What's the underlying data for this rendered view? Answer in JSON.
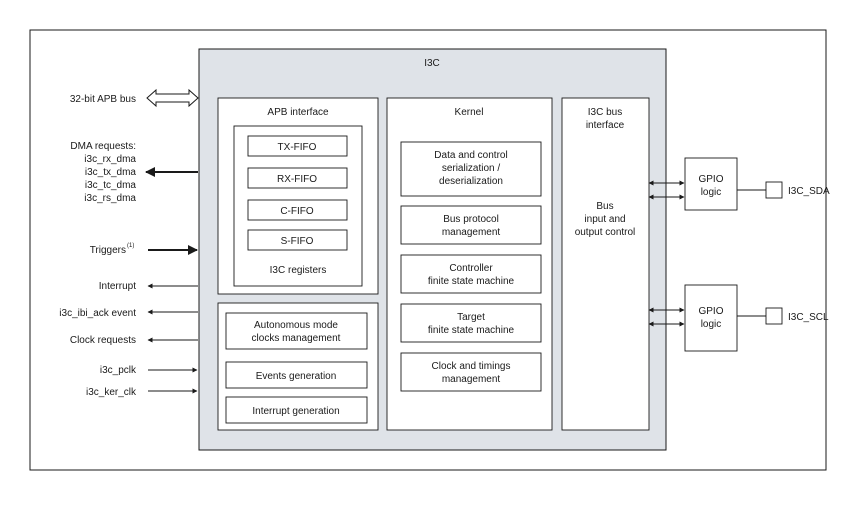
{
  "i3c": {
    "title": "I3C"
  },
  "apb": {
    "title": "APB interface",
    "fifos": [
      "TX-FIFO",
      "RX-FIFO",
      "C-FIFO",
      "S-FIFO"
    ],
    "registers_label": "I3C registers"
  },
  "lower": {
    "autonomous": [
      "Autonomous mode",
      "clocks management"
    ],
    "events": "Events generation",
    "interrupt_gen": "Interrupt generation"
  },
  "kernel": {
    "title": "Kernel",
    "blocks": [
      [
        "Data and control",
        "serialization /",
        "deserialization"
      ],
      [
        "Bus protocol",
        "management"
      ],
      [
        "Controller",
        "finite state machine"
      ],
      [
        "Target",
        "finite state machine"
      ],
      [
        "Clock and timings",
        "management"
      ]
    ]
  },
  "busif": {
    "title": [
      "I3C bus",
      "interface"
    ],
    "content": [
      "Bus",
      "input and",
      "output control"
    ]
  },
  "gpio": {
    "top": [
      "GPIO",
      "logic"
    ],
    "bottom": [
      "GPIO",
      "logic"
    ]
  },
  "pins": {
    "sda": "I3C_SDA",
    "scl": "I3C_SCL"
  },
  "signals": {
    "apb_bus": "32-bit APB bus",
    "dma_title": "DMA requests:",
    "dma": [
      "i3c_rx_dma",
      "i3c_tx_dma",
      "i3c_tc_dma",
      "i3c_rs_dma"
    ],
    "triggers": "Triggers",
    "triggers_note": "(1)",
    "interrupt": "Interrupt",
    "ibi_ack": "i3c_ibi_ack event",
    "clock_requests": "Clock requests",
    "pclk": "i3c_pclk",
    "ker_clk": "i3c_ker_clk"
  }
}
